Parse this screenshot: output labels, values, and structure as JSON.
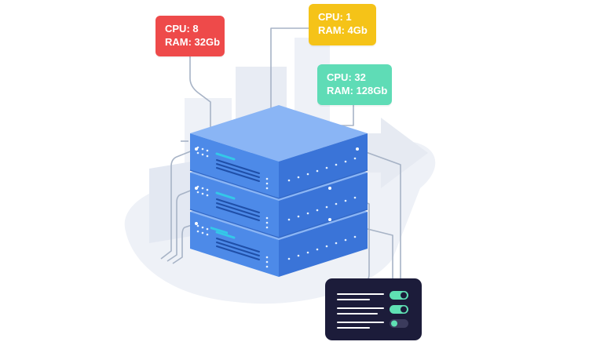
{
  "colors": {
    "background": "#ffffff",
    "backdrop": "#eef1f7",
    "backdrop_dark": "#e3e8f2",
    "cable": "#a7b3c6",
    "server_top": "#8ab5f5",
    "server_front": "#4d8ae8",
    "server_side": "#3a74d8",
    "accent_cyan": "#34c8e8",
    "panel": "#1c1c3a",
    "toggle_on": "#5fe0b3",
    "toggle_off": "#3b3b5c",
    "red": "#ee4a4a",
    "yellow": "#f5c318",
    "green": "#5fdcb6"
  },
  "tags": {
    "red": {
      "cpu": "CPU: 8",
      "ram": "RAM: 32Gb"
    },
    "yellow": {
      "cpu": "CPU: 1",
      "ram": "RAM: 4Gb"
    },
    "green": {
      "cpu": "CPU: 32",
      "ram": "RAM: 128Gb"
    }
  },
  "control_panel": {
    "toggles": [
      {
        "state": "on"
      },
      {
        "state": "on"
      },
      {
        "state": "off"
      }
    ]
  },
  "icons": [
    "server-rack-icon",
    "arrow-right-icon",
    "toggle-switch-icon"
  ]
}
